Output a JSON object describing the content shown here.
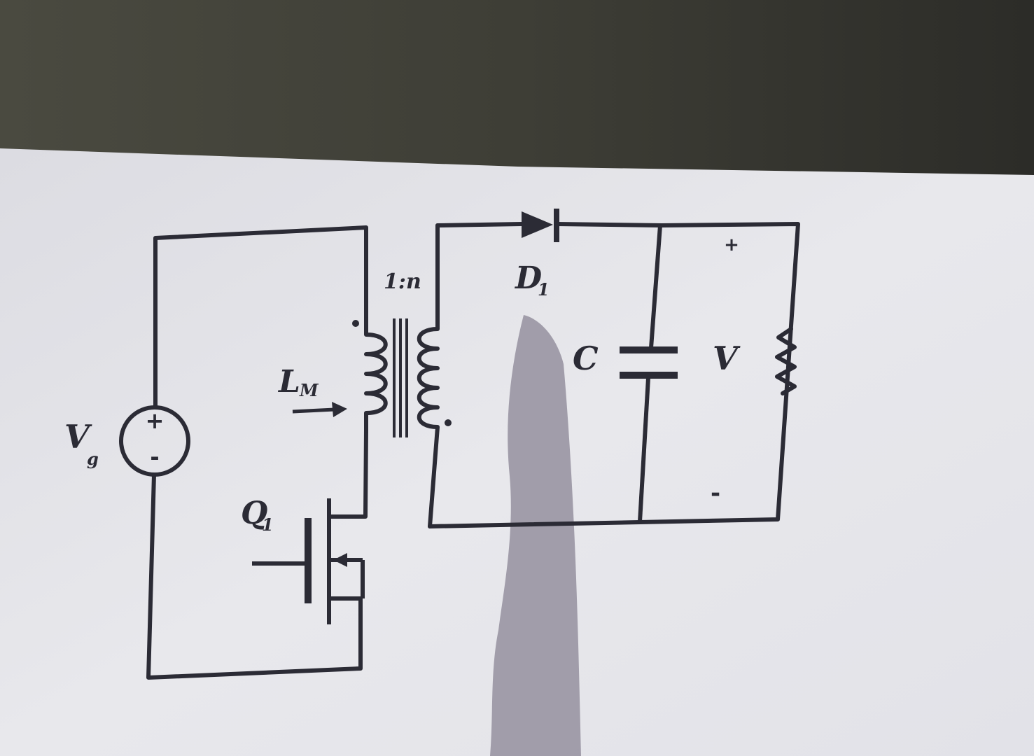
{
  "diagram": {
    "type": "flyback converter schematic",
    "colors": {
      "ink": "#2b2b35",
      "paper": "#e6e6ea",
      "background": "#3a3a34",
      "smudge": "#8a8494"
    },
    "labels": {
      "source": "V",
      "source_subscript": "g",
      "source_plus": "+",
      "source_minus": "-",
      "inductor": "L",
      "inductor_subscript": "M",
      "turns_ratio": "1:n",
      "diode": "D",
      "diode_subscript": "1",
      "switch": "Q",
      "switch_subscript": "1",
      "capacitor": "C",
      "output": "V",
      "output_plus": "+",
      "output_minus": "-"
    }
  }
}
